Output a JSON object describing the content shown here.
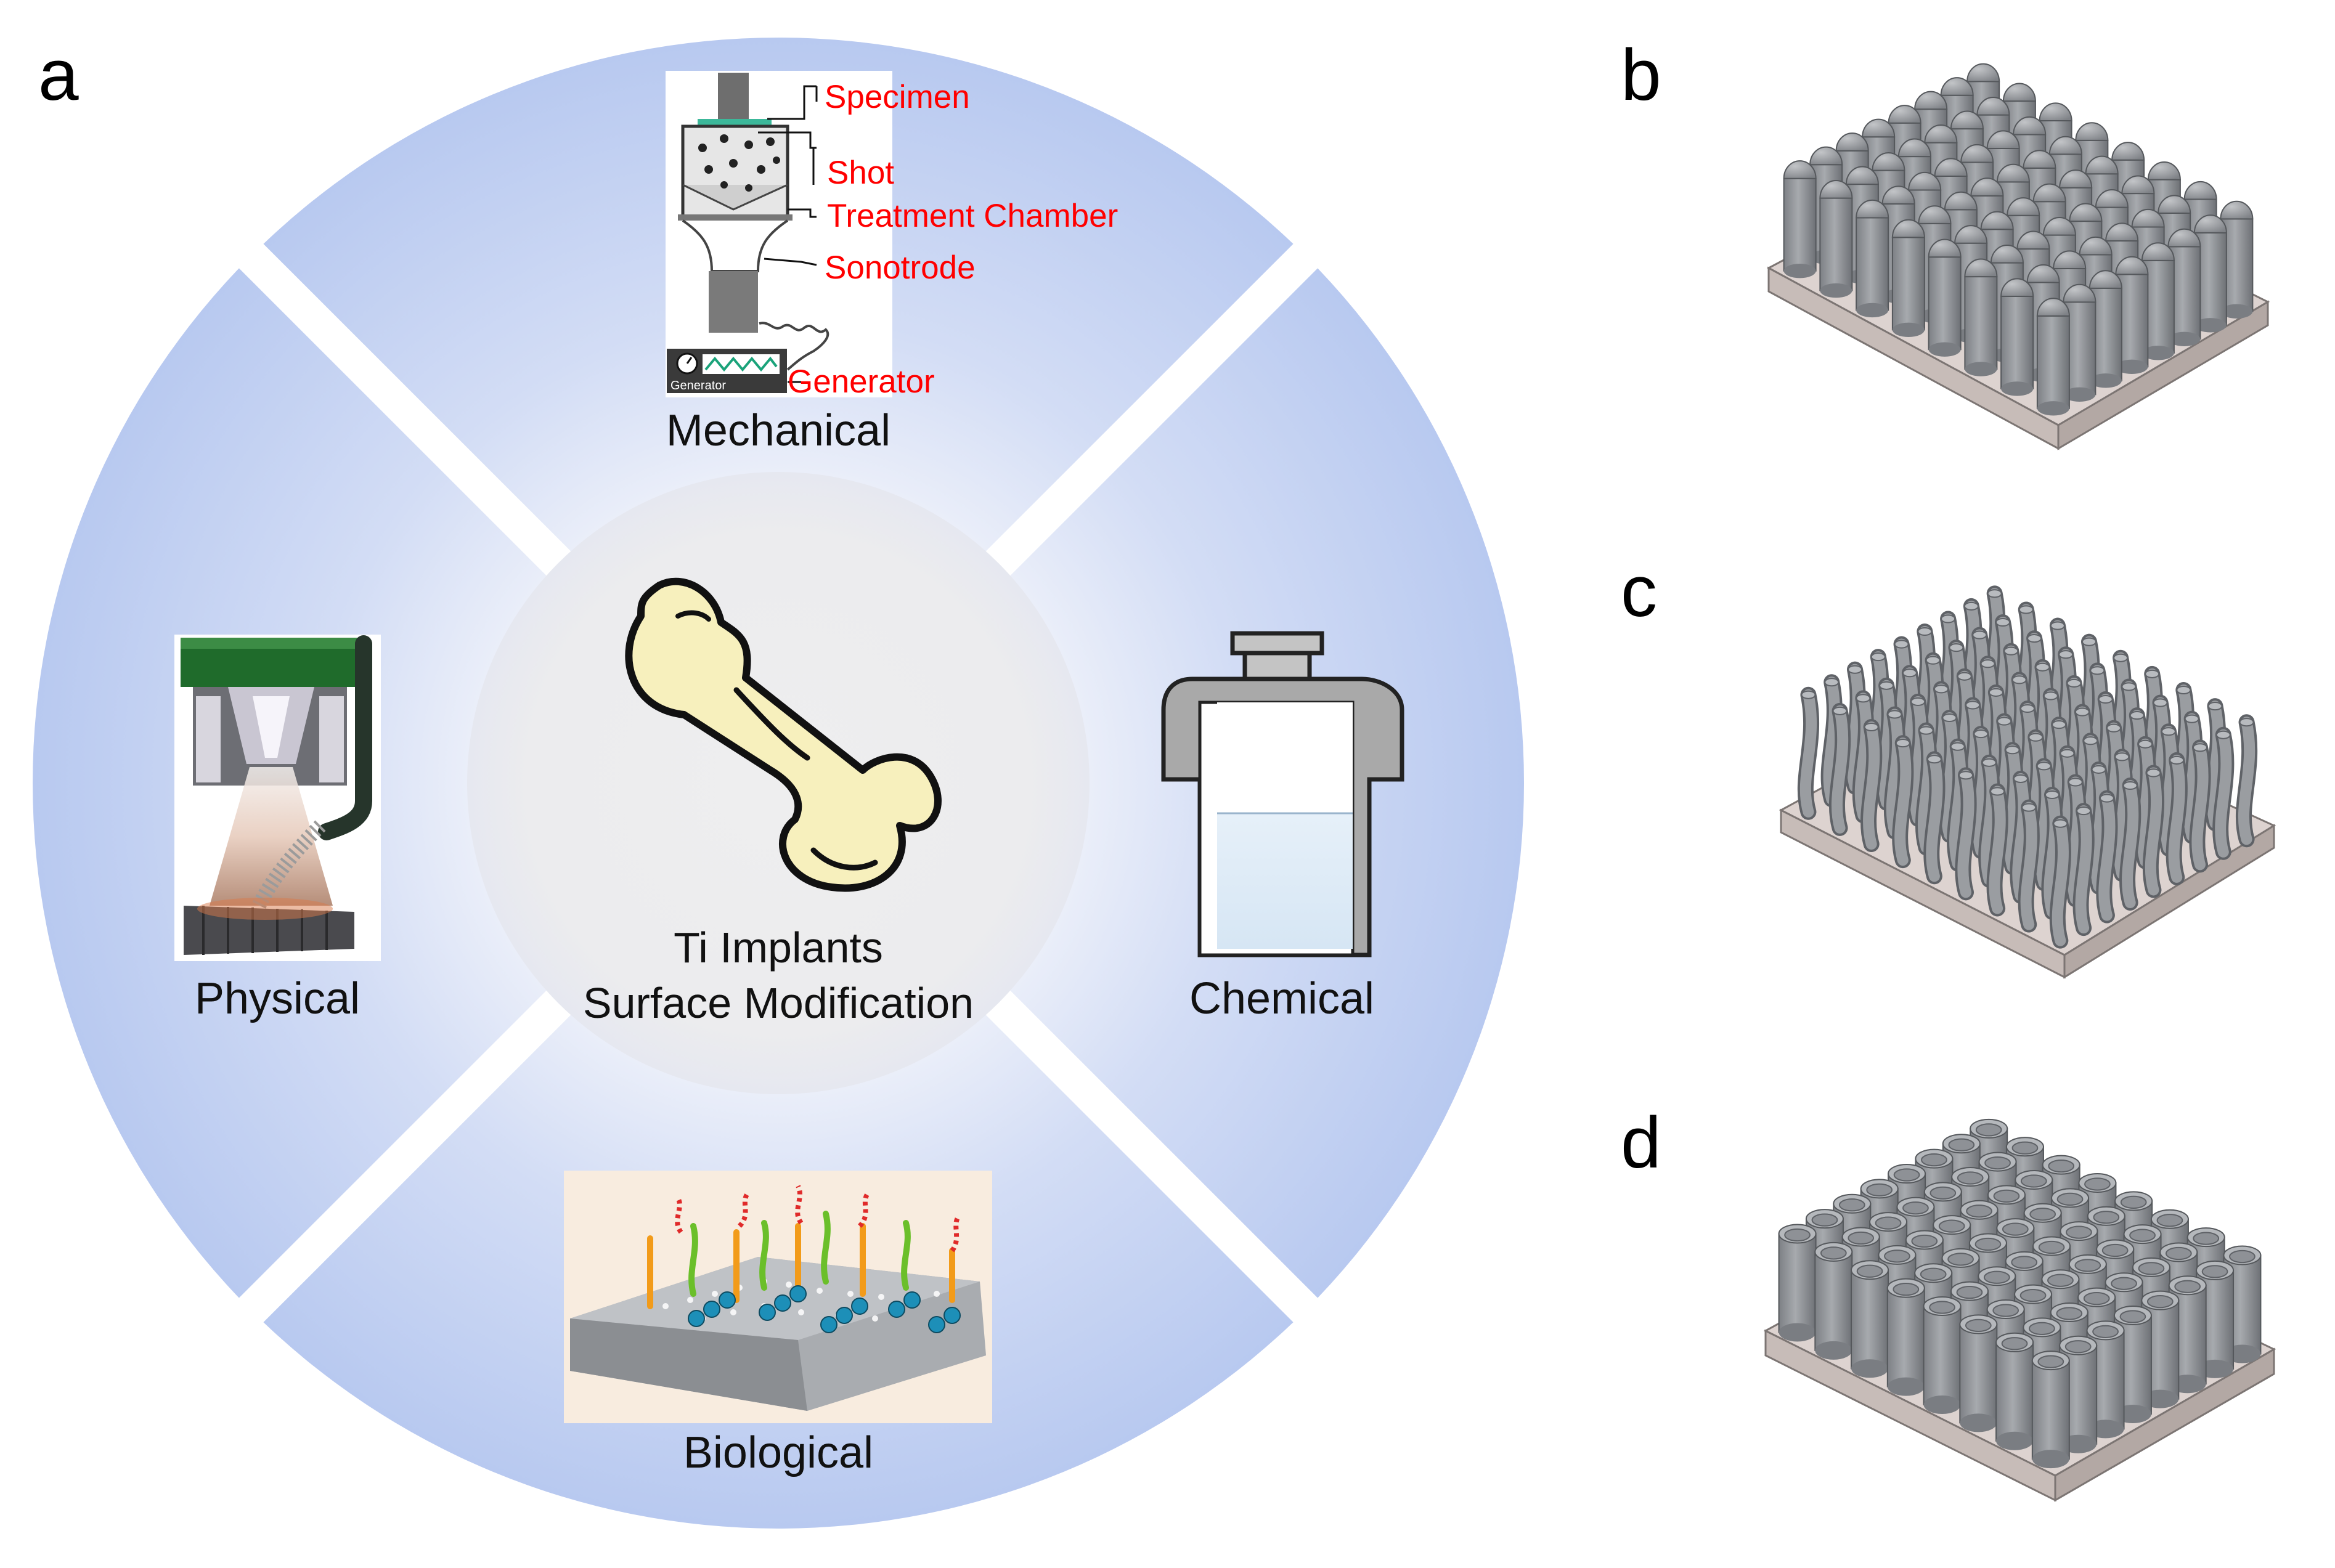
{
  "panel_letters": {
    "a": "a",
    "b": "b",
    "c": "c",
    "d": "d"
  },
  "center": {
    "line1": "Ti Implants",
    "line2": "Surface Modification"
  },
  "quadrants": {
    "mechanical": "Mechanical",
    "physical": "Physical",
    "chemical": "Chemical",
    "biological": "Biological"
  },
  "mechanical_callouts": {
    "specimen": "Specimen",
    "shot": "Shot",
    "treatment_chamber": "Treatment Chamber",
    "sonotrode": "Sonotrode",
    "generator": "Generator",
    "generator_box": "Generator"
  },
  "colors": {
    "ring_outer": "#b8c9f0",
    "ring_inner": "#e2e8f6",
    "center_disc": "#ececee",
    "bone_fill": "#f7f0bd",
    "pillar": "#8d9094",
    "base": "#d9cfcc",
    "callout_red": "#ff0000"
  },
  "icons": {
    "center": "bone-icon",
    "mechanical": "ultrasonic-shot-peening-diagram",
    "physical": "plasma-spray-nozzle-illustration",
    "chemical": "chemical-bottle-icon",
    "biological": "biomolecule-coated-surface-illustration",
    "b": "hemispherical-top-nanopillar-array",
    "c": "wavy-nanowire-array",
    "d": "nanotube-array"
  }
}
